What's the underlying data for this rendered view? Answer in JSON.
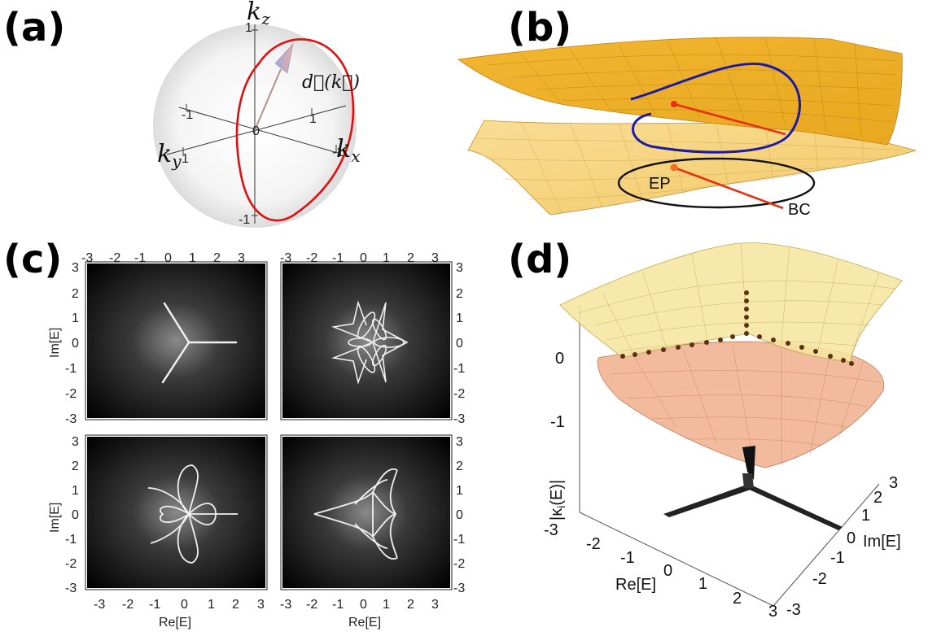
{
  "panels": {
    "a": {
      "label": "(a)",
      "axis_z": "k",
      "axis_z_sub": "z",
      "axis_x": "k",
      "axis_x_sub": "x",
      "axis_y": "k",
      "axis_y_sub": "y",
      "vector_label": "d⃗(k⃗)",
      "ticks": [
        "1",
        "-1",
        "1",
        "0",
        "-1",
        "1",
        "-1"
      ]
    },
    "b": {
      "label": "(b)",
      "ep_label": "EP",
      "bc_label": "BC"
    },
    "c": {
      "label": "(c)",
      "xlabel": "Re[E]",
      "ylabel": "Im[E]",
      "ticks": [
        "-3",
        "-2",
        "-1",
        "0",
        "1",
        "2",
        "3"
      ]
    },
    "d": {
      "label": "(d)",
      "zlabel": "|κ_i(E)|",
      "zlabel_text": "|κ",
      "zlabel_sub": "i",
      "zlabel_tail": "(E)|",
      "xlabel": "Re[E]",
      "ylabel": "Im[E]",
      "z_ticks": [
        "0",
        "-1"
      ],
      "x_ticks": [
        "-3",
        "-2",
        "-1",
        "0",
        "1",
        "2",
        "3"
      ],
      "y_ticks": [
        "3",
        "2",
        "1",
        "0",
        "-1",
        "-2",
        "-3"
      ]
    }
  },
  "colors": {
    "sphere_curve": "#e01010",
    "blue_loop": "#1a1aa8",
    "branch_cut": "#e83010",
    "surface_upper": "#f0b030",
    "surface_lower": "#f7d890",
    "surface_d_upper": "#f6e6a0",
    "surface_d_lower": "#f2b898"
  }
}
